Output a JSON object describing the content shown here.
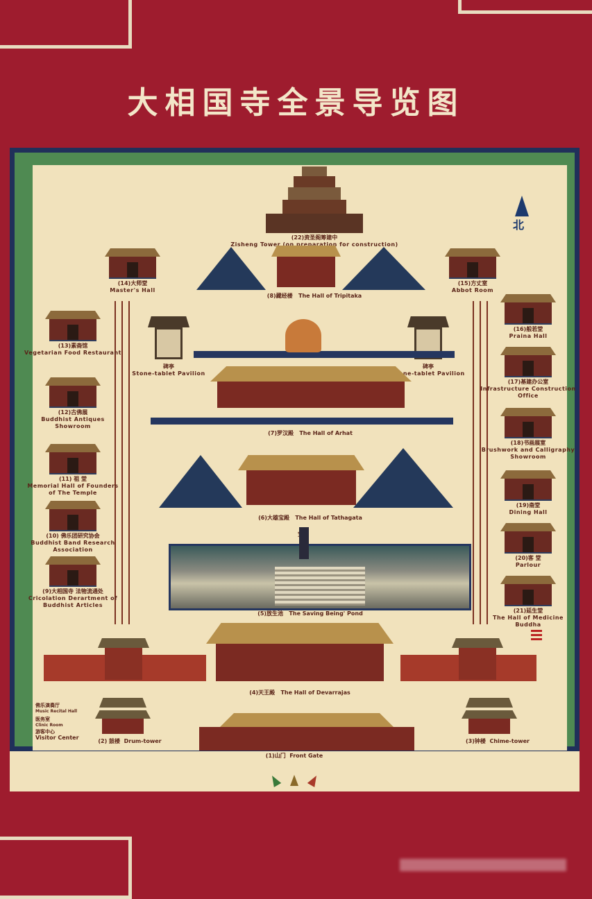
{
  "title": "大相国寺全景导览图",
  "north": "北",
  "colors": {
    "background": "#9e1c2e",
    "board_border": "#20305a",
    "board_green": "#4f8a52",
    "map_paper": "#f1e2bc",
    "label_text": "#5a2418",
    "title_text": "#f3e6c9"
  },
  "center": {
    "tower_22": {
      "zh": "(22)资圣阁筹建中",
      "en": "Zisheng Tower (on preparation for construction)"
    },
    "hall_8": {
      "zh": "(8)藏经楼",
      "en": "The Hall of Tripitaka"
    },
    "pavilion_left": {
      "zh": "碑亭",
      "en": "Stone-tablet Pavilion"
    },
    "pavilion_right": {
      "zh": "碑亭",
      "en": "Stone-tablet Pavilion"
    },
    "hall_7": {
      "zh": "(7)罗汉殿",
      "en": "The Hall of Arhat"
    },
    "hall_6": {
      "zh": "(6)大雄宝殿",
      "en": "The Hall of Tathagata"
    },
    "baoding": "宝鼎",
    "pond_5": {
      "zh": "(5)放生池",
      "en": "The Saving Being' Pond"
    },
    "hall_4": {
      "zh": "(4)天王殿",
      "en": "The Hall of Devarrajas"
    },
    "gate_1": {
      "zh": "(1)山门",
      "en": "Front Gate"
    }
  },
  "left": [
    {
      "id": "14",
      "zh": "(14)大师堂",
      "en": "Master's Hall"
    },
    {
      "id": "13",
      "zh": "(13)素斋馆",
      "en": "Vegetarian Food Restaurant"
    },
    {
      "id": "12",
      "zh": "(12)古佛展",
      "en": "Buddhist Antiques Showroom"
    },
    {
      "id": "11",
      "zh": "(11) 祖 堂",
      "en": "Memorial Hall of Founders of The Temple"
    },
    {
      "id": "10",
      "zh": "(10) 佛乐团研究协会",
      "en": "Buddhist Band Research Association"
    },
    {
      "id": "9",
      "zh": "(9)大相国寺 法物流通处",
      "en": "Cricolation Derartment of Buddhist Articles"
    }
  ],
  "right": [
    {
      "id": "15",
      "zh": "(15)方丈室",
      "en": "Abbot Room"
    },
    {
      "id": "16",
      "zh": "(16)般若堂",
      "en": "Praina Hall"
    },
    {
      "id": "17",
      "zh": "(17)基建办公室",
      "en": "Infrastructure Construction Office"
    },
    {
      "id": "18",
      "zh": "(18)书画展室",
      "en": "Brushwork and Calligraphy Showroom"
    },
    {
      "id": "19",
      "zh": "(19)斋堂",
      "en": "Dining Hall"
    },
    {
      "id": "20",
      "zh": "(20)客 堂",
      "en": "Parlour"
    },
    {
      "id": "21",
      "zh": "(21)延生堂",
      "en": "The Hall of Medicine Buddha"
    }
  ],
  "bottom_left": {
    "music": {
      "zh": "佛乐演奏厅",
      "en": "Music Recital Hall"
    },
    "clinic": {
      "zh": "医务室",
      "en": "Clinic Room"
    },
    "visitor": {
      "zh": "游客中心",
      "en": "Visitor Center"
    },
    "drum": {
      "zh": "(2) 鼓楼",
      "en": "Drum-tower"
    }
  },
  "bottom_right": {
    "chime": {
      "zh": "(3)钟楼",
      "en": "Chime-tower"
    }
  }
}
